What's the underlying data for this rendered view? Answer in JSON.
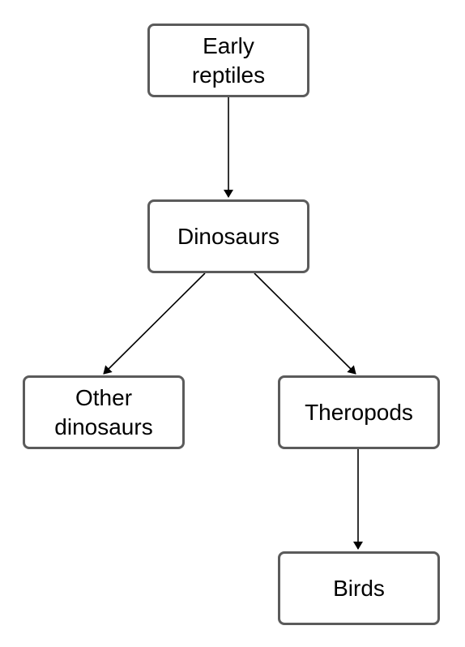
{
  "nodes": {
    "early_reptiles": "Early\nreptiles",
    "dinosaurs": "Dinosaurs",
    "other_dinosaurs": "Other\ndinosaurs",
    "theropods": "Theropods",
    "birds": "Birds"
  },
  "edges": [
    {
      "from": "early_reptiles",
      "to": "dinosaurs"
    },
    {
      "from": "dinosaurs",
      "to": "other_dinosaurs"
    },
    {
      "from": "dinosaurs",
      "to": "theropods"
    },
    {
      "from": "theropods",
      "to": "birds"
    }
  ],
  "colors": {
    "node_border": "#5b5b5b",
    "edge": "#000000",
    "text": "#000000",
    "background": "#ffffff"
  }
}
